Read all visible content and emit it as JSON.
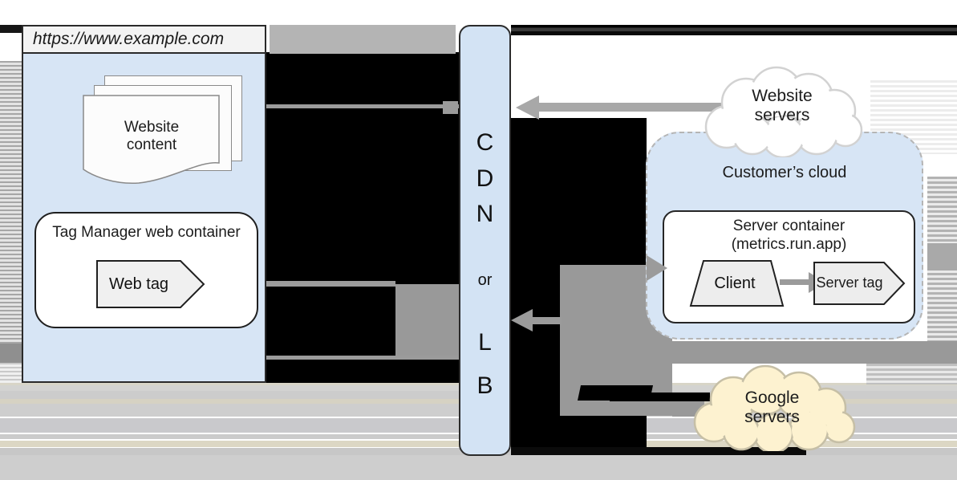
{
  "diagram": {
    "browser": {
      "url": "https://www.example.com",
      "website_content_label": "Website content",
      "tag_manager_label": "Tag Manager web container",
      "web_tag_label": "Web tag"
    },
    "cdn": {
      "letters": [
        "C",
        "D",
        "N"
      ],
      "or_label": "or",
      "lb_letters": [
        "L",
        "B"
      ]
    },
    "clouds": {
      "website_servers": "Website servers",
      "google_servers": "Google servers",
      "customer_cloud": "Customer’s cloud"
    },
    "server_container": {
      "title": "Server container",
      "subtitle": "(metrics.run.app)",
      "client_label": "Client",
      "server_tag_label": "Server tag"
    },
    "colors": {
      "browser_body_blue": "#d7e5f5",
      "cdn_blue": "#d3e3f4",
      "arrow_gray": "#9b9b9b",
      "google_cloud_fill": "#fdf2d0",
      "glitch_black": "#000000"
    }
  }
}
